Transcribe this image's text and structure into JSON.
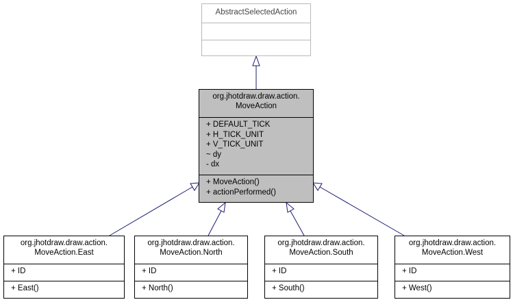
{
  "base_class": {
    "name": "AbstractSelectedAction"
  },
  "main_class": {
    "name_line1": "org.jhotdraw.draw.action.",
    "name_line2": "MoveAction",
    "attributes": [
      "+ DEFAULT_TICK",
      "+ H_TICK_UNIT",
      "+ V_TICK_UNIT",
      "~ dy",
      "- dx"
    ],
    "operations": [
      "+ MoveAction()",
      "+ actionPerformed()"
    ]
  },
  "subclasses": [
    {
      "name_line1": "org.jhotdraw.draw.action.",
      "name_line2": "MoveAction.East",
      "attribute": "+ ID",
      "operation": "+ East()"
    },
    {
      "name_line1": "org.jhotdraw.draw.action.",
      "name_line2": "MoveAction.North",
      "attribute": "+ ID",
      "operation": "+ North()"
    },
    {
      "name_line1": "org.jhotdraw.draw.action.",
      "name_line2": "MoveAction.South",
      "attribute": "+ ID",
      "operation": "+ South()"
    },
    {
      "name_line1": "org.jhotdraw.draw.action.",
      "name_line2": "MoveAction.West",
      "attribute": "+ ID",
      "operation": "+ West()"
    }
  ],
  "colors": {
    "edge": "#191970",
    "selected_fill": "#bfbfbf",
    "faded_border": "#b8b8b8"
  }
}
